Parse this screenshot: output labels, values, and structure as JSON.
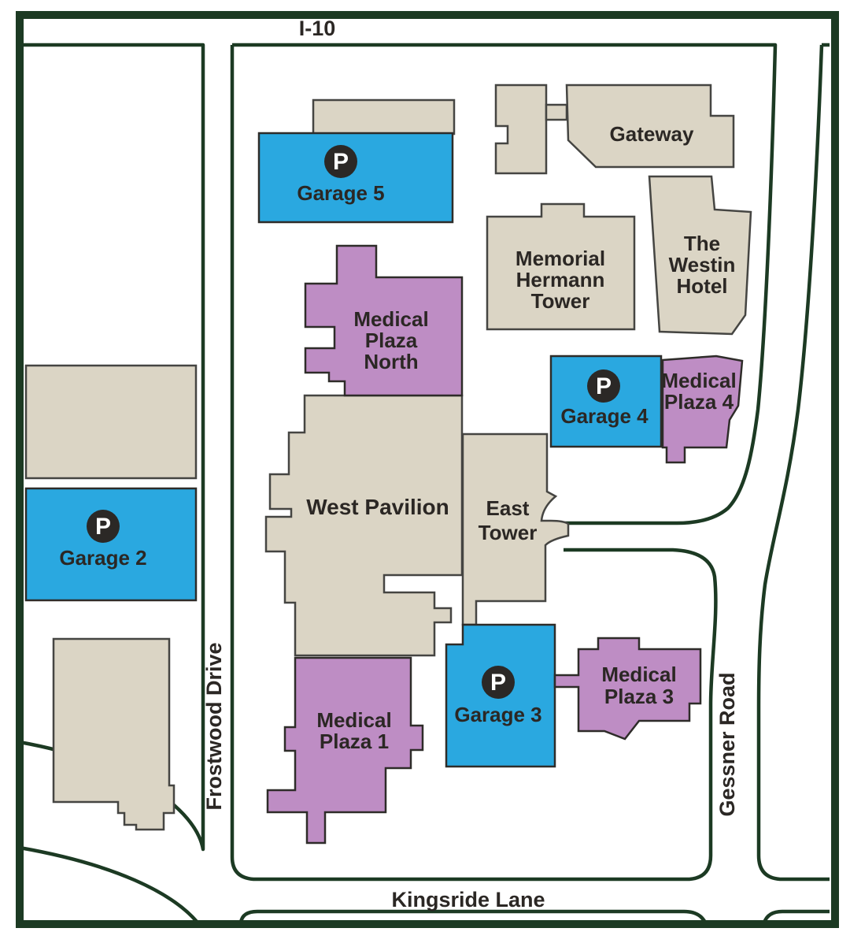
{
  "map": {
    "roads": {
      "i10": "I-10",
      "frostwood": "Frostwood Drive",
      "gessner": "Gessner Road",
      "kingsride": "Kingsride Lane"
    },
    "parking_letter": "P",
    "garages": {
      "garage2": "Garage 2",
      "garage3": "Garage 3",
      "garage4": "Garage 4",
      "garage5": "Garage 5"
    },
    "buildings": {
      "gateway": "Gateway",
      "memorial_hermann_tower": [
        "Memorial",
        "Hermann",
        "Tower"
      ],
      "westin_hotel": [
        "The",
        "Westin",
        "Hotel"
      ],
      "west_pavilion": "West Pavilion",
      "east_tower": [
        "East",
        "Tower"
      ],
      "medical_plaza_north": [
        "Medical",
        "Plaza",
        "North"
      ],
      "medical_plaza_1": [
        "Medical",
        "Plaza 1"
      ],
      "medical_plaza_3": [
        "Medical",
        "Plaza 3"
      ],
      "medical_plaza_4": [
        "Medical",
        "Plaza 4"
      ]
    },
    "colors": {
      "road_outline": "#1c3a23",
      "building_fill": "#dbd5c5",
      "garage_fill": "#2aa8e0",
      "plaza_fill": "#be8dc4",
      "parking_badge": "#2b2826",
      "parking_letter_color": "#ffffff",
      "label_color": "#2b2724"
    }
  }
}
